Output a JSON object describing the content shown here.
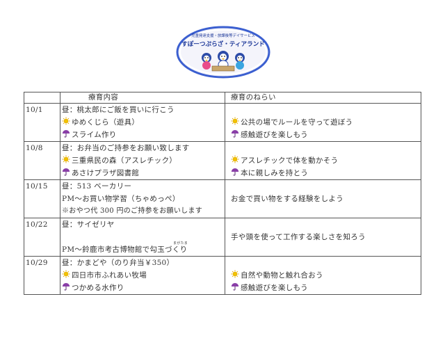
{
  "header": {
    "logo_subtitle": "児童発達支援・放課後等デイサービス",
    "logo_name": "すぽーつぷらざ・ティアランド"
  },
  "table": {
    "col_activity": "療育内容",
    "col_aim": "療育のねらい",
    "rows": [
      {
        "date": "10/1",
        "activity": [
          {
            "icon": "",
            "text": "昼：桃太郎にご飯を買いに行こう"
          },
          {
            "icon": "sun-icon",
            "text": "ゆめくじら（遊具）"
          },
          {
            "icon": "umbrella-icon",
            "text": "スライム作り"
          }
        ],
        "aim": [
          {
            "icon": "",
            "text": ""
          },
          {
            "icon": "sun-icon",
            "text": "公共の場でルールを守って遊ぼう"
          },
          {
            "icon": "umbrella-icon",
            "text": "感触遊びを楽しもう"
          }
        ]
      },
      {
        "date": "10/8",
        "activity": [
          {
            "icon": "",
            "text": "昼：お弁当のご持参をお願い致します"
          },
          {
            "icon": "sun-icon",
            "text": "三重県民の森（アスレチック）"
          },
          {
            "icon": "umbrella-icon",
            "text": "あさけプラザ図書館"
          }
        ],
        "aim": [
          {
            "icon": "",
            "text": ""
          },
          {
            "icon": "sun-icon",
            "text": "アスレチックで体を動かそう"
          },
          {
            "icon": "umbrella-icon",
            "text": "本に親しみを持とう"
          }
        ]
      },
      {
        "date": "10/15",
        "activity": [
          {
            "icon": "",
            "text": "昼：513 ベーカリー"
          },
          {
            "icon": "",
            "text": "PM～お買い物学習（ちゃめっぺ）"
          },
          {
            "icon": "",
            "text": "※おやつ代 300 円のご持参をお願いします"
          }
        ],
        "aim": [
          {
            "icon": "",
            "text": ""
          },
          {
            "icon": "",
            "text": "お金で買い物をする経験をしよう"
          },
          {
            "icon": "",
            "text": ""
          }
        ]
      },
      {
        "date": "10/22",
        "activity": [
          {
            "icon": "",
            "text": "昼：サイゼリヤ"
          },
          {
            "icon": "",
            "text": ""
          },
          {
            "icon": "",
            "text": "PM～鈴鹿市考古博物館で勾玉づくり"
          }
        ],
        "activity_ruby": "まがたま",
        "aim": [
          {
            "icon": "",
            "text": ""
          },
          {
            "icon": "",
            "text": "手や頭を使って工作する楽しさを知ろう"
          },
          {
            "icon": "",
            "text": ""
          }
        ]
      },
      {
        "date": "10/29",
        "activity": [
          {
            "icon": "",
            "text": "昼：かまどや（のり弁当￥350）"
          },
          {
            "icon": "sun-icon",
            "text": "四日市市ふれあい牧場"
          },
          {
            "icon": "umbrella-icon",
            "text": "つかめる水作り"
          }
        ],
        "aim": [
          {
            "icon": "",
            "text": ""
          },
          {
            "icon": "sun-icon",
            "text": "自然や動物と触れ合おう"
          },
          {
            "icon": "umbrella-icon",
            "text": "感触遊びを楽しもう"
          }
        ]
      }
    ]
  },
  "colors": {
    "border": "#555555",
    "sun": "#f2c200",
    "umbrella": "#8a3fa8",
    "logo_ring": "#3b5fd0"
  }
}
